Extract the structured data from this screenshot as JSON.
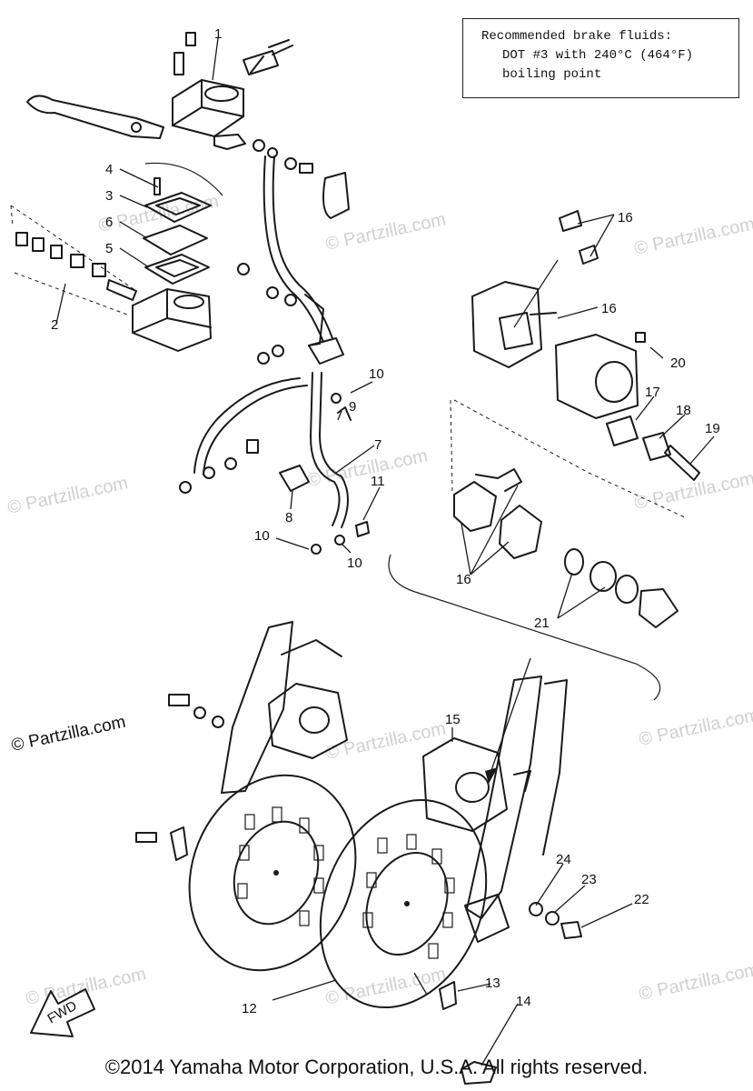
{
  "note": {
    "line1": "Recommended brake fluids:",
    "line2": "DOT #3 with 240°C (464°F)",
    "line3": "boiling point"
  },
  "watermark_main": "© Partzilla.com",
  "watermark": "© Partzilla.com",
  "fwd_label": "FWD",
  "copyright": "©2014 Yamaha Motor Corporation, U.S.A. All rights reserved.",
  "callouts": {
    "c1": "1",
    "c2": "2",
    "c3": "3",
    "c4": "4",
    "c5": "5",
    "c6": "6",
    "c7": "7",
    "c8": "8",
    "c9": "9",
    "c10a": "10",
    "c10b": "10",
    "c10c": "10",
    "c11": "11",
    "c12": "12",
    "c13": "13",
    "c14": "14",
    "c15": "15",
    "c16a": "16",
    "c16b": "16",
    "c16c": "16",
    "c17": "17",
    "c18": "18",
    "c19": "19",
    "c20": "20",
    "c21": "21",
    "c22": "22",
    "c23": "23",
    "c24": "24"
  }
}
